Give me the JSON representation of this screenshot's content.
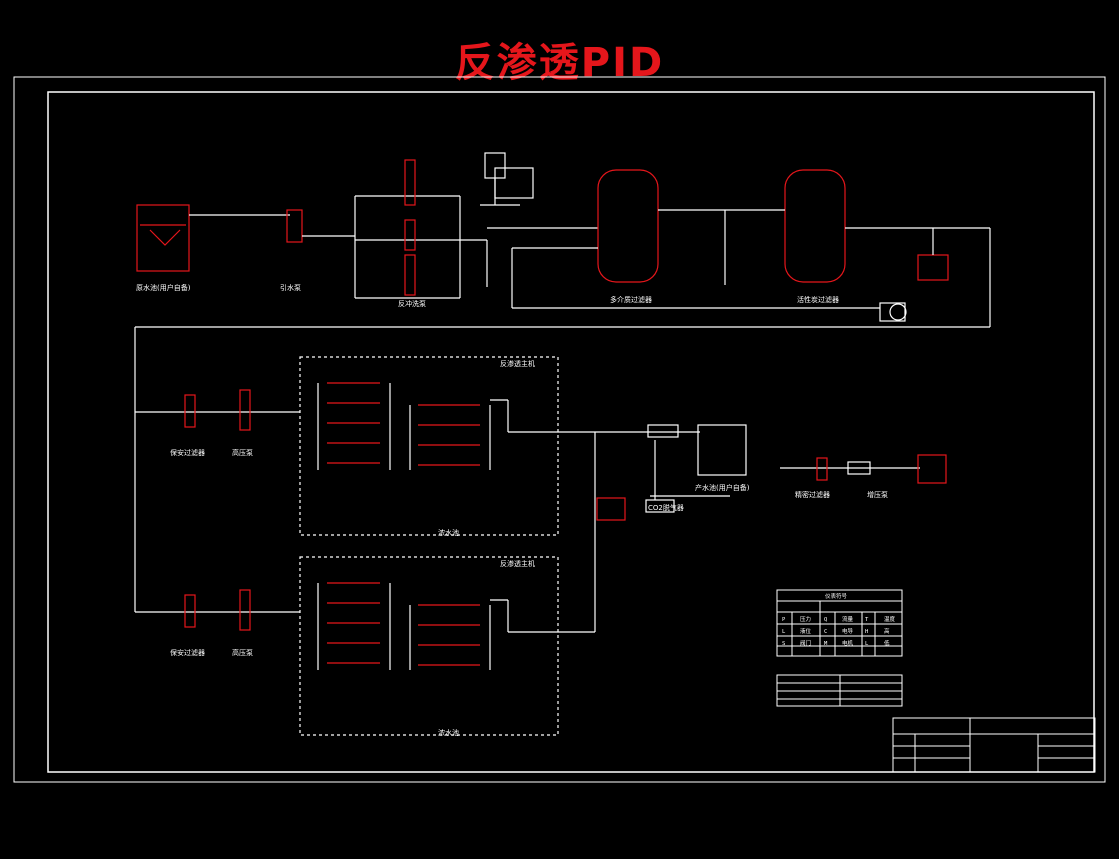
{
  "title": "反渗透PID",
  "colors": {
    "background": "#000000",
    "lines": "#ffffff",
    "accent": "#e5161b"
  },
  "labels": {
    "raw_tank": "原水池(用户自备)",
    "lift_pump": "引水泵",
    "multimedia_filter": "多介质过滤器",
    "carbon_filter": "活性炭过滤器",
    "backwash_pump": "反冲洗泵",
    "security_filter": "保安过滤器",
    "hp_pump": "高压泵",
    "ro_unit": "反渗透主机",
    "conc_water": "浓水池",
    "product_tank": "产水池(用户自备)",
    "co2_remover": "CO2脱气器",
    "fine_filter": "精密过滤器",
    "final_pump": "增压泵"
  },
  "legend": {
    "title": "仪表符号",
    "rows": [
      [
        "P",
        "压力",
        "Q",
        "流量",
        "T",
        "温度"
      ],
      [
        "L",
        "液位",
        "C",
        "电导",
        "H",
        "高"
      ],
      [
        "S",
        "阀门",
        "M",
        "电机",
        "L",
        "低"
      ]
    ]
  }
}
